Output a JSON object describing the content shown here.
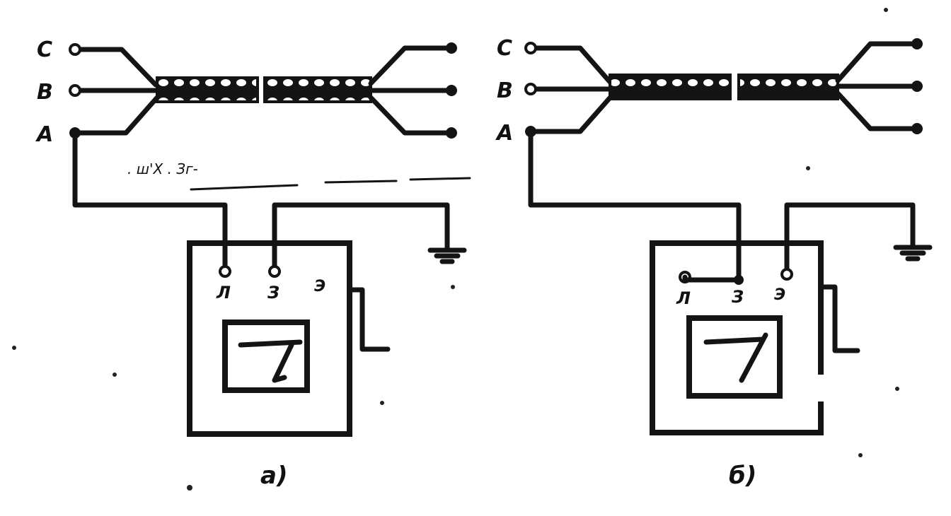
{
  "diagrams": [
    {
      "caption": "а)",
      "phases": [
        "C",
        "B",
        "A"
      ],
      "terminals": [
        "Л",
        "З",
        "Э"
      ]
    },
    {
      "caption": "б)",
      "phases": [
        "C",
        "B",
        "A"
      ],
      "terminals": [
        "Л",
        "З",
        "Э"
      ]
    }
  ],
  "noise_text": ". ш'Х  . Зг-"
}
